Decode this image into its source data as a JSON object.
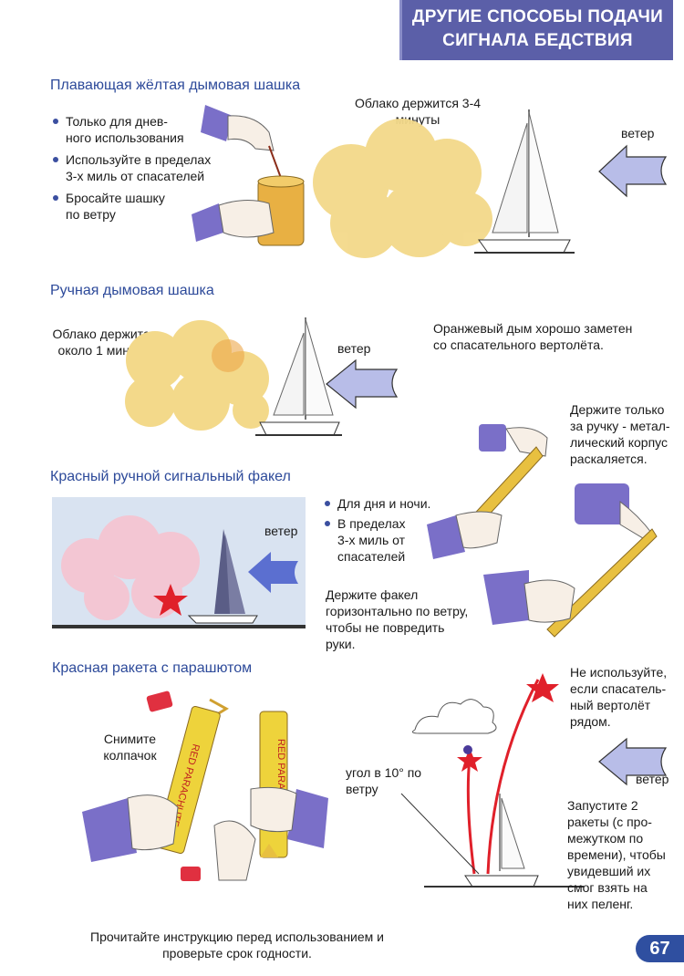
{
  "header": {
    "title_line1": "ДРУГИЕ СПОСОБЫ ПОДАЧИ",
    "title_line2": "СИГНАЛА БЕДСТВИЯ"
  },
  "sections": {
    "floating_smoke": {
      "title": "Плавающая жёлтая дымовая шашка",
      "bullets": [
        "Только для днев-",
        "ного использования",
        "Используйте в пределах",
        "3-х миль от спасателей",
        "Бросайте шашку",
        "по ветру"
      ],
      "cloud_note_1": "Облако держится 3-4",
      "cloud_note_2": "минуты",
      "wind": "ветер"
    },
    "hand_smoke": {
      "title": "Ручная дымовая шашка",
      "cloud_note_1": "Облако держится",
      "cloud_note_2": "около 1 минуты",
      "wind": "ветер",
      "orange_note_1": "Оранжевый дым хорошо заметен",
      "orange_note_2": "со спасательного вертолёта."
    },
    "red_flare": {
      "title": "Красный ручной сигнальный факел",
      "bullet_1": "Для дня и ночи.",
      "bullet_2_l1": "В пределах",
      "bullet_2_l2": "3-х миль от",
      "bullet_2_l3": "спасателей",
      "wind": "ветер",
      "handle_note": [
        "Держите только",
        "за ручку - метал-",
        "лический корпус",
        "раскаляется."
      ],
      "horizontal_note": [
        "Держите факел",
        "горизонтально по ветру,",
        "чтобы не повредить",
        "руки."
      ]
    },
    "parachute_rocket": {
      "title": "Красная ракета с парашютом",
      "remove_cap_1": "Снимите",
      "remove_cap_2": "колпачок",
      "angle_1": "угол в 10° по",
      "angle_2": "ветру",
      "no_heli": [
        "Не используйте,",
        "если спасатель-",
        "ный вертолёт",
        "рядом."
      ],
      "wind": "ветер",
      "launch": [
        "Запустите 2",
        "ракеты (с про-",
        "межутком по",
        "времени), чтобы",
        "увидевший их",
        "смог взять на",
        "них пеленг."
      ],
      "tube_text": "RED PARACHUTE"
    }
  },
  "footer": {
    "line1": "Прочитайте инструкцию перед использованием и",
    "line2": "проверьте срок годности.",
    "page_number": "67"
  },
  "colors": {
    "title_bg": "#5b5fa8",
    "section_title": "#2d4a9a",
    "smoke": "#f3d98a",
    "flare_pink": "#f3c6d3",
    "star_red": "#e0202a",
    "arrow": "#b8bde8",
    "glove": "#7a6fc8"
  }
}
